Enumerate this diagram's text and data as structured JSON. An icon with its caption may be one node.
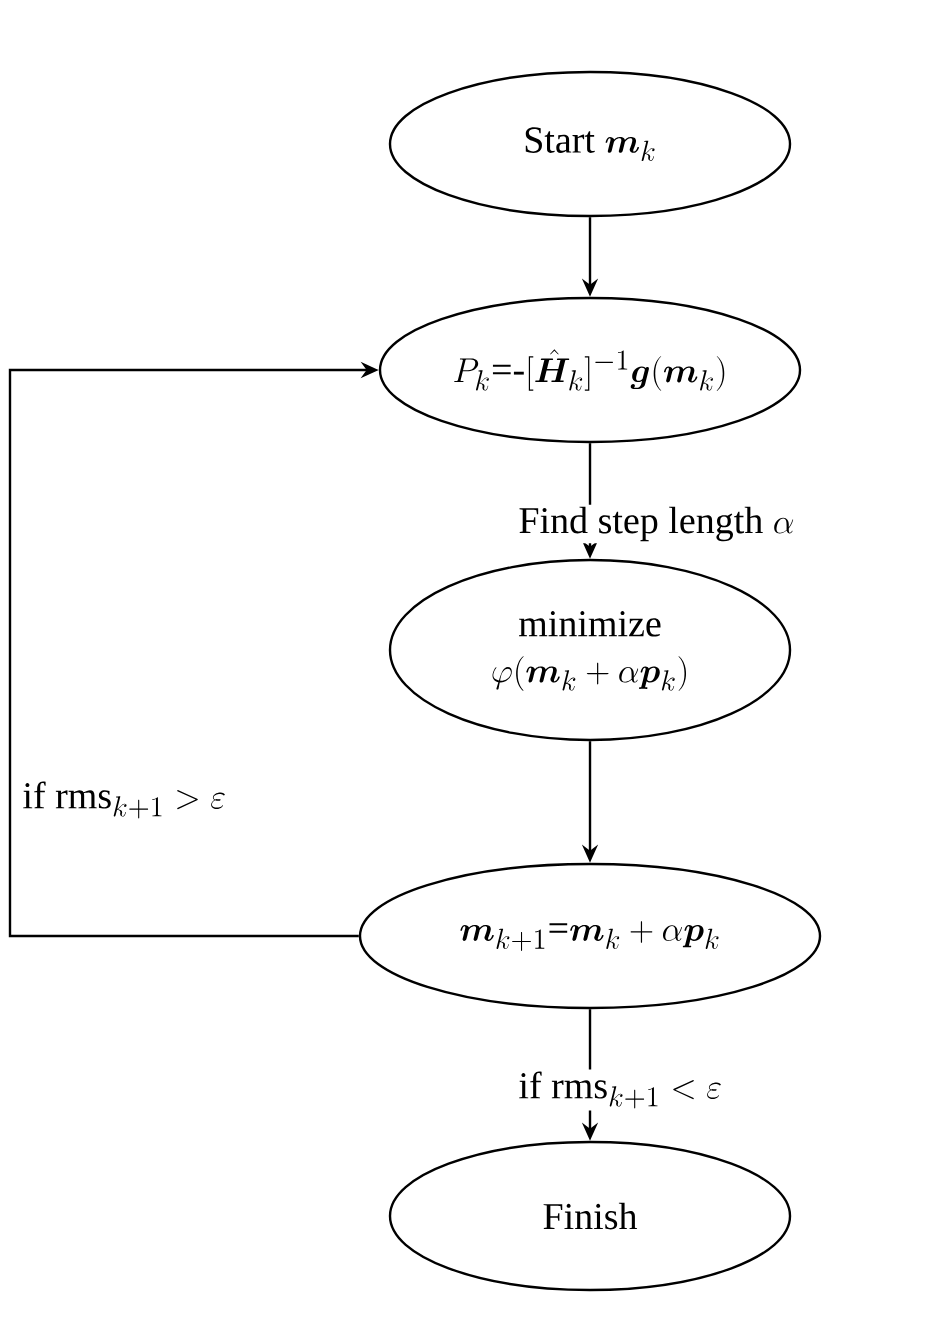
{
  "diagram": {
    "nodes": [
      {
        "text": [
          "\\text{Start }\\boldsymbol{m}_k"
        ]
      },
      {
        "text": [
          "P_k\\text{=-}[\\hat{\\boldsymbol{H}}_k]^{-1}\\boldsymbol{g}(\\boldsymbol{m}_k)"
        ]
      },
      {
        "text": [
          "\\begin{array}{c}\\text{minimize}\\\\ \\varphi(\\boldsymbol{m}_k+\\alpha\\boldsymbol{p}_k)\\end{array}"
        ]
      },
      {
        "text": [
          "\\boldsymbol{m}_{k+1}\\text{=}\\boldsymbol{m}_k+\\alpha\\boldsymbol{p}_k"
        ]
      },
      {
        "text": [
          "\\text{Finish}"
        ]
      }
    ],
    "edges": [
      {
        "from": 0,
        "to": 1,
        "arrow": "to"
      },
      {
        "from": 1,
        "to": 2,
        "arrow": "to",
        "label": "\\text{Find step length }\\alpha"
      },
      {
        "from": 2,
        "to": 3,
        "arrow": "to"
      },
      {
        "from": 3,
        "to": 1,
        "arrow": "to",
        "label": "\\text{if rms}_{k+1}>\\varepsilon"
      },
      {
        "from": 3,
        "to": 4,
        "arrow": "to",
        "label": "\\text{if rms}_{k+1}<\\varepsilon"
      }
    ]
  }
}
